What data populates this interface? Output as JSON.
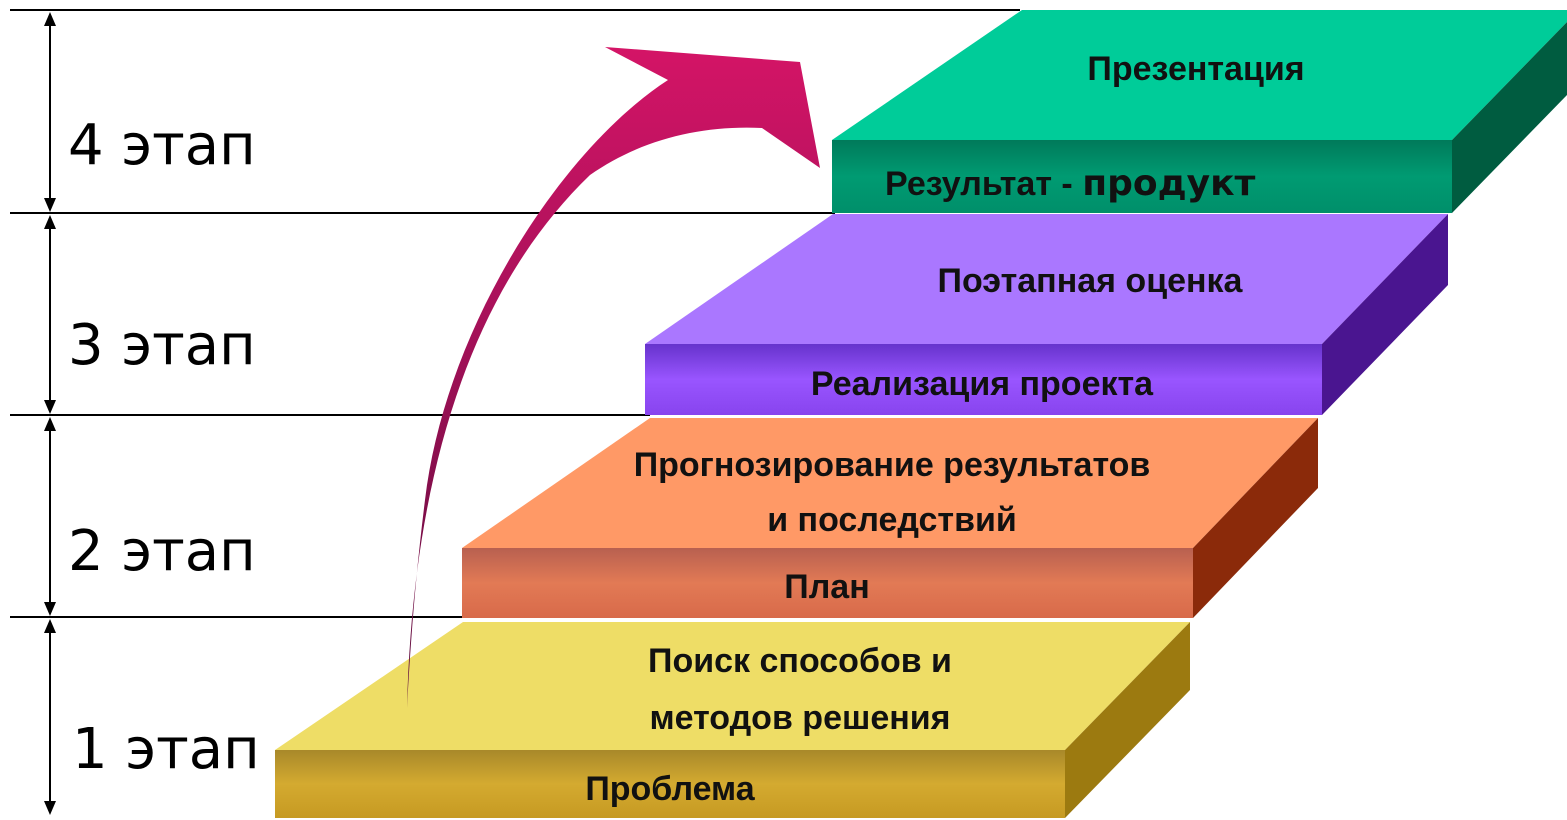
{
  "stages": [
    {
      "label": "4 этап"
    },
    {
      "label": "3 этап"
    },
    {
      "label": "2 этап"
    },
    {
      "label": "1 этап"
    }
  ],
  "steps": {
    "step1": {
      "top_lines": [
        "Поиск способов и",
        "методов решения"
      ],
      "front": "Проблема",
      "color_top": "#eedd66",
      "color_front": "#c9a227",
      "color_side": "#9c7a10"
    },
    "step2": {
      "top_lines": [
        "Прогнозирование результатов",
        "и последствий"
      ],
      "front": "План",
      "color_top": "#ff9966",
      "color_front": "#d96b4a",
      "color_side": "#8b2a0a"
    },
    "step3": {
      "top": "Поэтапная оценка",
      "front": "Реализация проекта",
      "color_top": "#aa77ff",
      "color_front": "#8844ee",
      "color_side": "#4a1590"
    },
    "step4": {
      "top": "Презентация",
      "front_a": "Результат - ",
      "front_b": "продукт",
      "color_top": "#00cc99",
      "color_front": "#008f6a",
      "color_side": "#005c40"
    }
  },
  "arrow_color": "#cc1166"
}
